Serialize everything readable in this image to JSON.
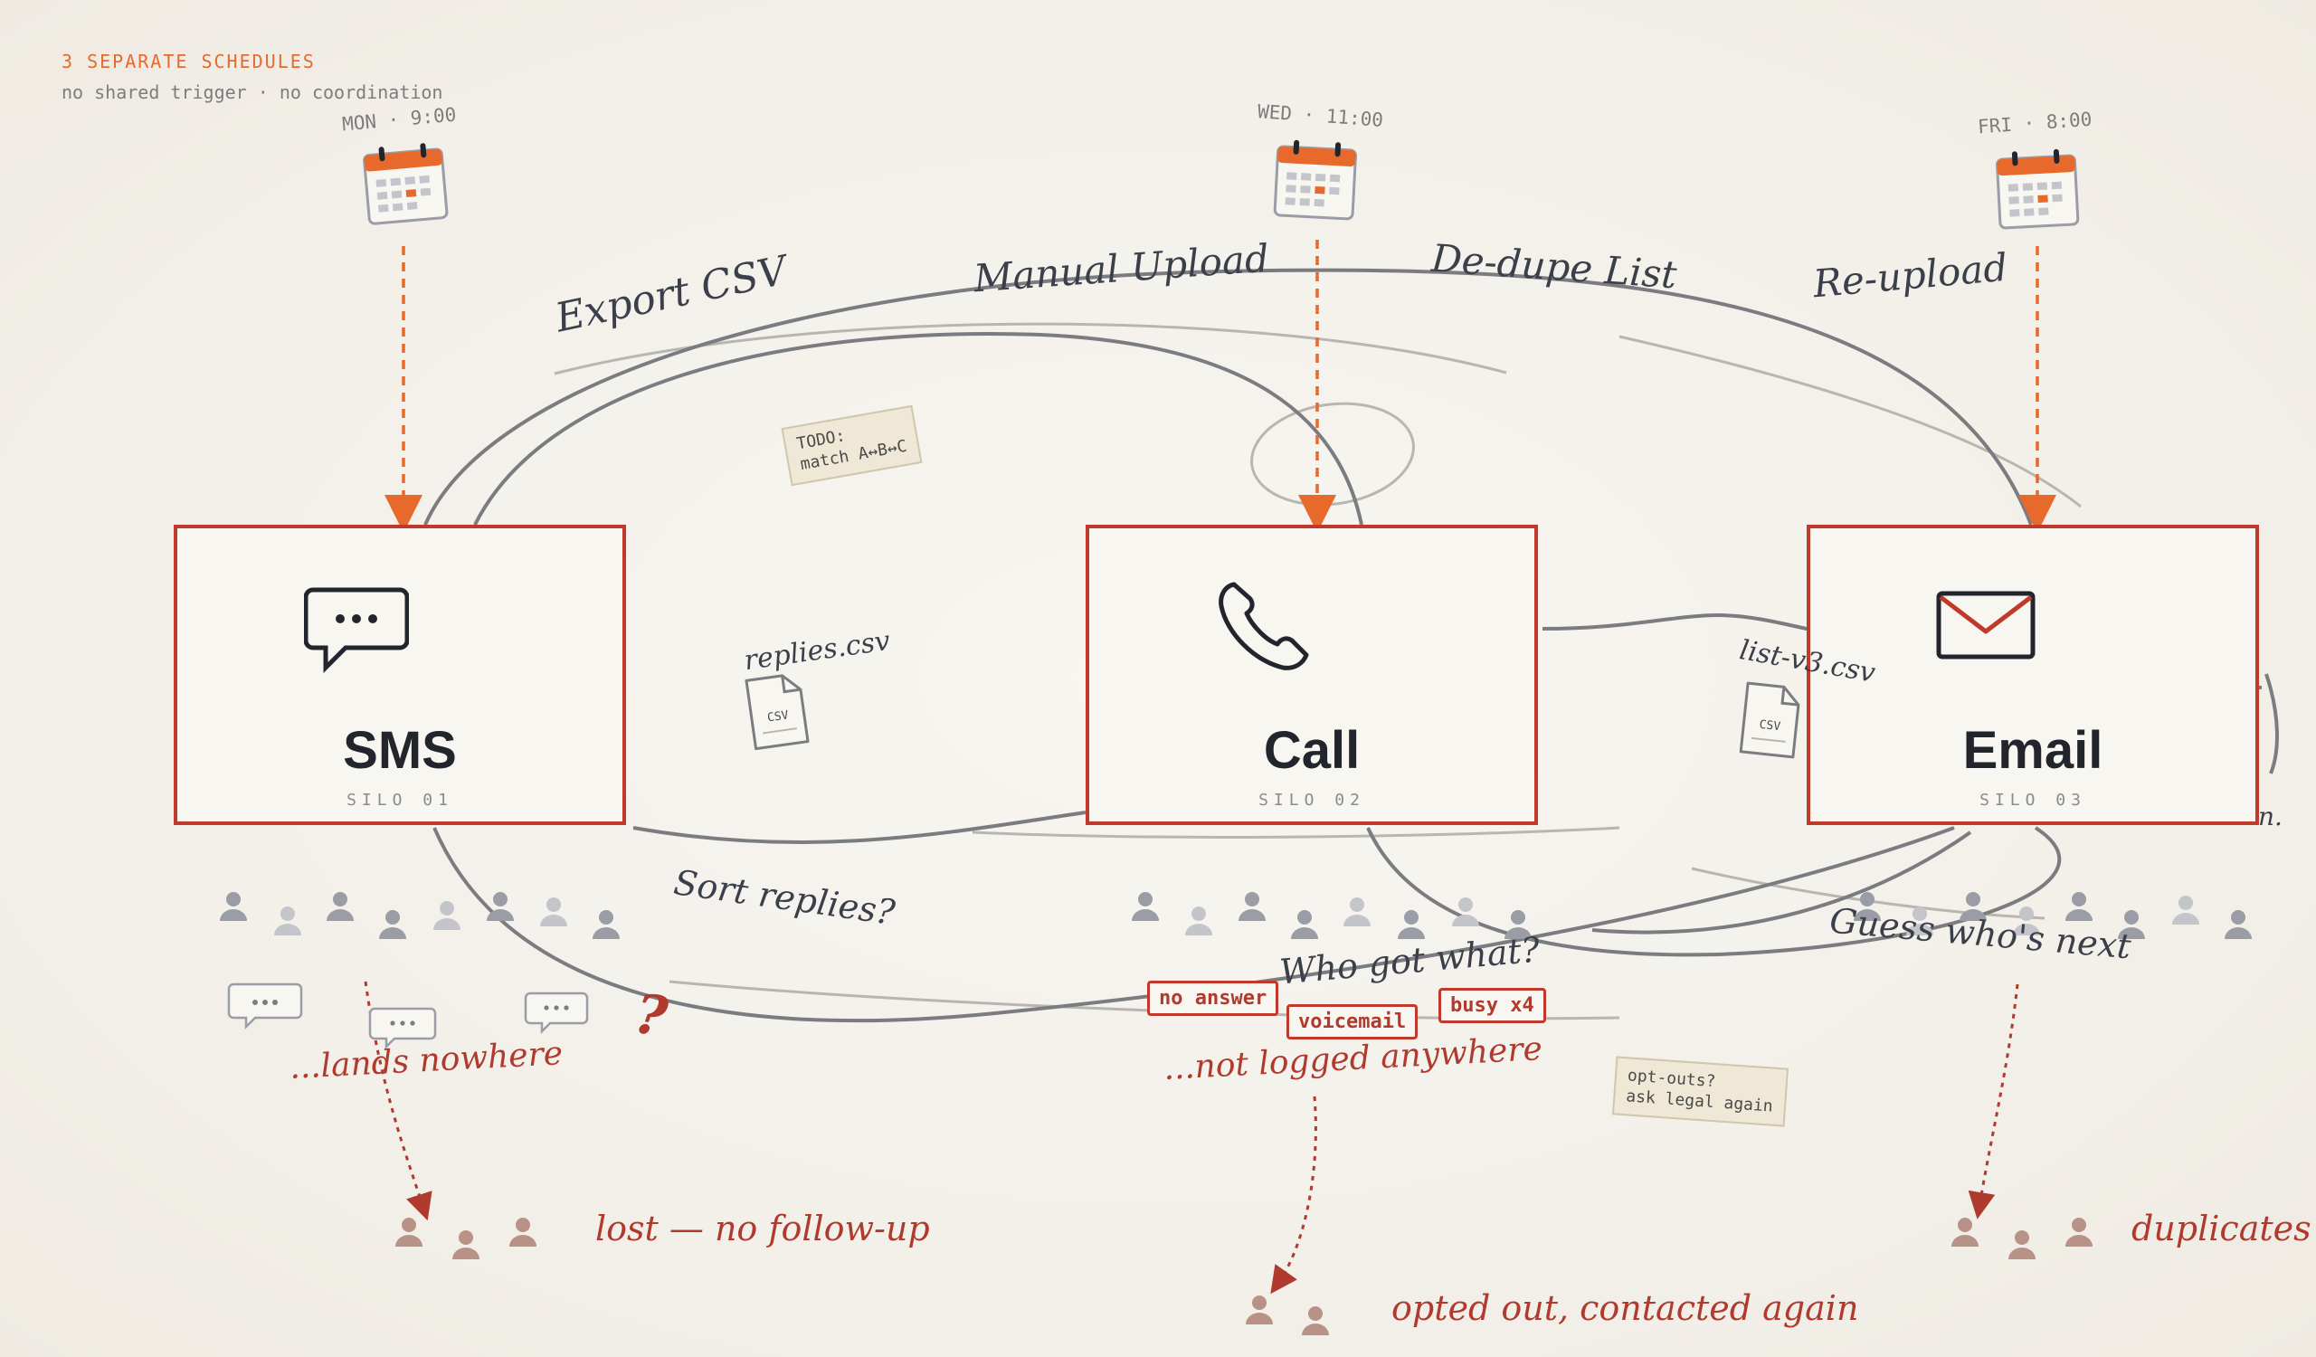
{
  "header": {
    "title": "3 SEPARATE SCHEDULES",
    "subtitle": "no shared trigger · no coordination"
  },
  "schedules": {
    "sms": "MON · 9:00",
    "call": "WED · 11:00",
    "email": "FRI · 8:00"
  },
  "silos": {
    "sms": {
      "name": "SMS",
      "sub": "SILO 01"
    },
    "call": {
      "name": "Call",
      "sub": "SILO 02"
    },
    "email": {
      "name": "Email",
      "sub": "SILO 03"
    }
  },
  "handoffs": {
    "export": "Export CSV",
    "upload": "Manual Upload",
    "dedupe": "De-dupe List",
    "reupload": "Re-upload"
  },
  "files": {
    "replies": "replies.csv",
    "list": "list-v3.csv",
    "badge": "CSV"
  },
  "notes": {
    "todo": "TODO:\nmatch A↔B↔C",
    "optouts": "opt-outs?\nask legal again"
  },
  "questions": {
    "sort": "Sort replies?",
    "who": "Who got what?",
    "guess": "Guess who's next",
    "qmark": "?"
  },
  "tags": {
    "no_answer": "no answer",
    "voicemail": "voicemail",
    "busy": "busy x4"
  },
  "failures": {
    "lands": "...lands nowhere",
    "not_logged": "...not logged anywhere"
  },
  "outcomes": {
    "lost": "lost — no follow-up",
    "opted": "opted out, contacted again",
    "duplicates": "duplicates"
  },
  "stray": "n.",
  "colors": {
    "accent": "#e8692c",
    "alert": "#c0392b",
    "wire": "#7a7c80",
    "ink": "#22252b"
  }
}
